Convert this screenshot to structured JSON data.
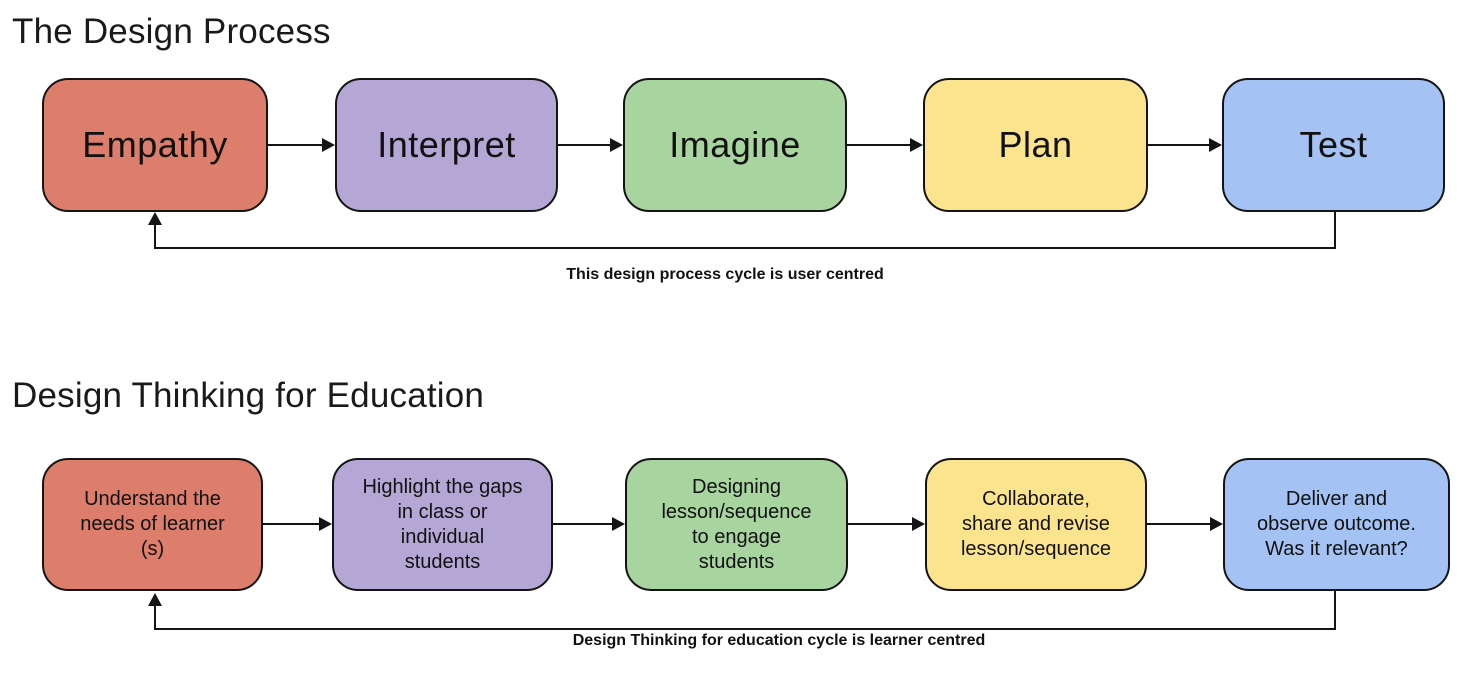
{
  "page": {
    "background": "#ffffff",
    "line_color": "#141414"
  },
  "diagram1": {
    "title": "The Design Process",
    "caption": "This design process cycle is user centred",
    "steps": [
      {
        "label": "Empathy",
        "color": "#DC7E6B"
      },
      {
        "label": "Interpret",
        "color": "#B4A7D6"
      },
      {
        "label": "Imagine",
        "color": "#A8D4A0"
      },
      {
        "label": "Plan",
        "color": "#FCE48E"
      },
      {
        "label": "Test",
        "color": "#A4C2F4"
      }
    ]
  },
  "diagram2": {
    "title": "Design Thinking for Education",
    "caption": "Design Thinking for education cycle is learner centred",
    "steps": [
      {
        "label": "Understand the\nneeds of learner\n(s)",
        "color": "#DC7E6B"
      },
      {
        "label": "Highlight the gaps\nin class or\nindividual\nstudents",
        "color": "#B4A7D6"
      },
      {
        "label": "Designing\nlesson/sequence\nto engage\nstudents",
        "color": "#A8D4A0"
      },
      {
        "label": "Collaborate,\nshare and revise\nlesson/sequence",
        "color": "#FCE48E"
      },
      {
        "label": "Deliver and\nobserve outcome.\nWas it relevant?",
        "color": "#A4C2F4"
      }
    ]
  }
}
